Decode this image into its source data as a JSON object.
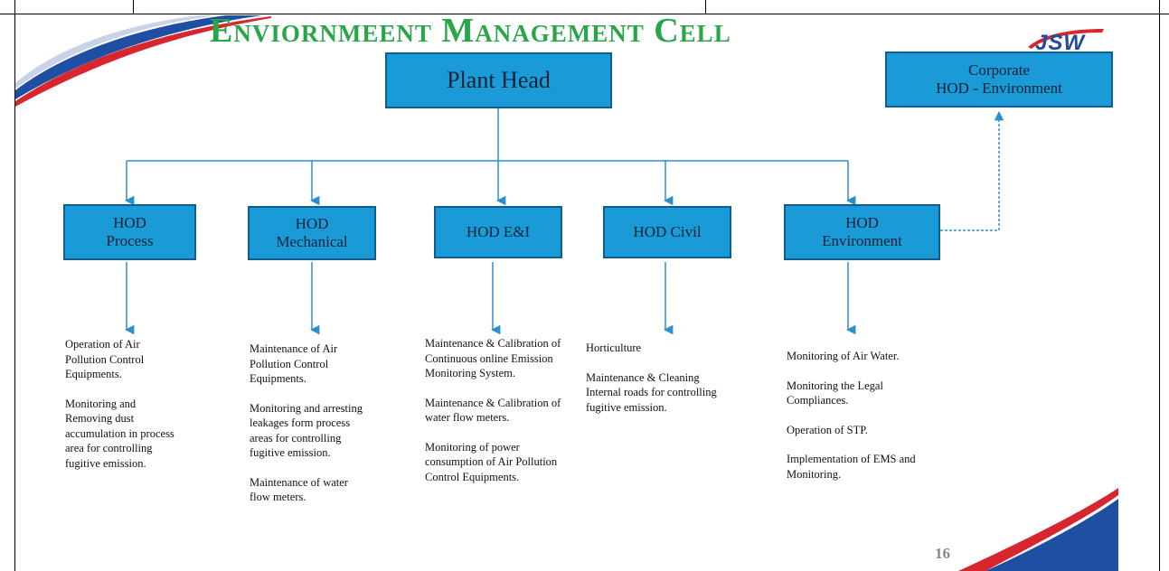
{
  "title": "Enviornmeent Management Cell",
  "logo": "JSW",
  "page_number": "16",
  "colors": {
    "box_fill": "#1a9ad6",
    "box_border": "#0e5f8f",
    "title": "#2aa64a",
    "connector": "#2a8fcf",
    "swoosh_red": "#d8262e",
    "swoosh_blue": "#1e4fa3"
  },
  "plant_head": "Plant Head",
  "corporate": {
    "line1": "Corporate",
    "line2": "HOD - Environment"
  },
  "hods": {
    "process": {
      "line1": "HOD",
      "line2": "Process"
    },
    "mechanical": {
      "line1": "HOD",
      "line2": "Mechanical"
    },
    "ei": {
      "line1": "HOD E&I"
    },
    "civil": {
      "line1": "HOD Civil"
    },
    "environment": {
      "line1": "HOD",
      "line2": "Environment"
    }
  },
  "duties": {
    "process": [
      "Operation of Air Pollution Control Equipments.",
      "Monitoring and Removing dust accumulation in process area for controlling fugitive emission."
    ],
    "mechanical": [
      "Maintenance of Air Pollution Control Equipments.",
      "Monitoring and arresting leakages form process areas for controlling fugitive emission.",
      "Maintenance of water flow meters."
    ],
    "ei": [
      "Maintenance & Calibration of Continuous online Emission Monitoring System.",
      "Maintenance & Calibration of water flow meters.",
      "Monitoring of power consumption of Air Pollution Control Equipments."
    ],
    "civil": [
      "Horticulture",
      "Maintenance & Cleaning Internal roads for controlling fugitive emission."
    ],
    "environment": [
      "Monitoring of Air Water.",
      "Monitoring the Legal Compliances.",
      "Operation of  STP.",
      "Implementation of EMS and Monitoring."
    ]
  }
}
